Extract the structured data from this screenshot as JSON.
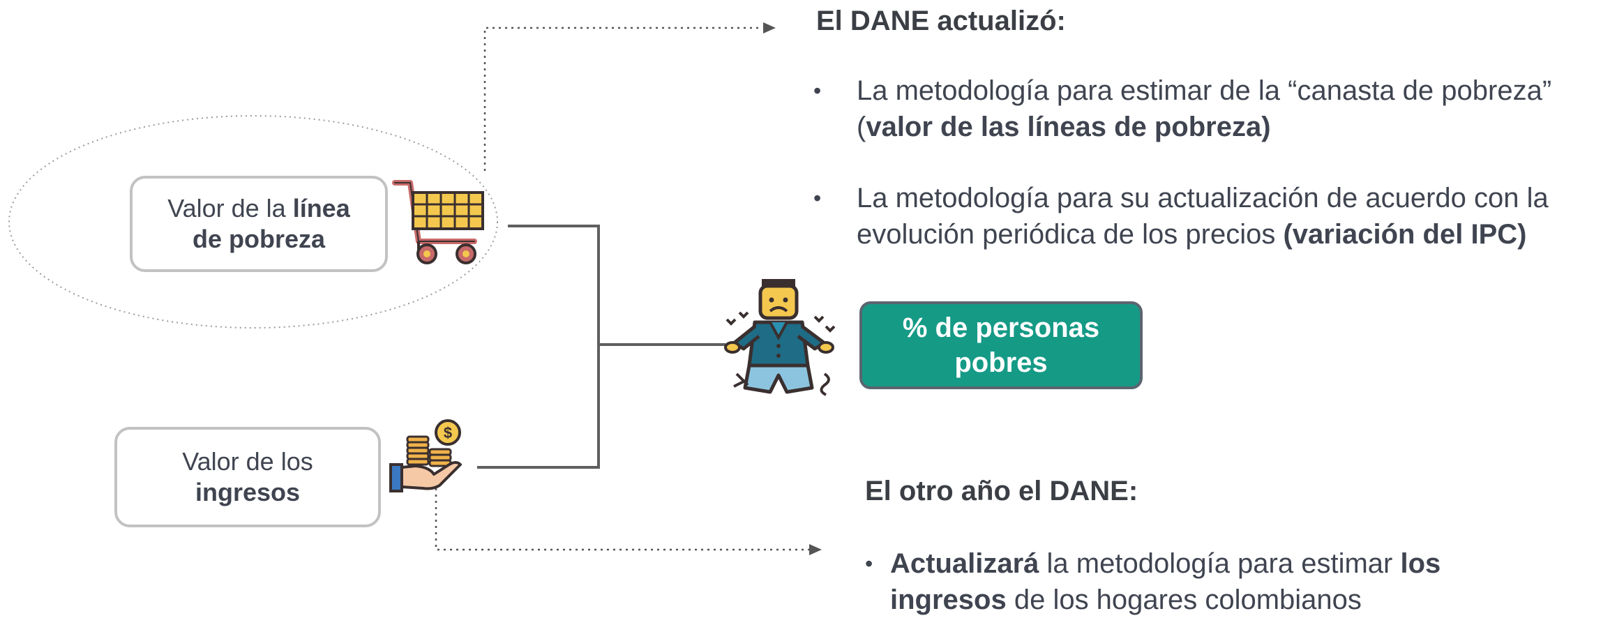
{
  "inputs": {
    "poverty_line": {
      "text_before": "Valor de la ",
      "bold_1": "línea",
      "bold_2": "de pobreza"
    },
    "income": {
      "text_before": "Valor de los",
      "bold": "ingresos"
    }
  },
  "result": {
    "line1": "% de personas",
    "line2": "pobres"
  },
  "updated_section": {
    "heading": "El DANE actualizó:",
    "bullets": [
      {
        "text": "La metodología para estimar de la “canasta de pobreza”",
        "paren_open": "(",
        "bold": "valor de las líneas de pobreza)"
      },
      {
        "text": "La metodología para su actualización de acuerdo con la",
        "text2": "evolución periódica de los precios ",
        "bold": "(variación del IPC)"
      }
    ]
  },
  "next_year_section": {
    "heading": "El otro año el DANE:",
    "bullet": {
      "bold_1": "Actualizará",
      "text_1": " la metodología para estimar ",
      "bold_2": "los",
      "bold_3": "ingresos",
      "text_2": " de los hogares colombianos"
    }
  },
  "bullet_symbol": "•",
  "icons": [
    "shopping-cart-icon",
    "coins-hand-icon",
    "poor-person-icon"
  ],
  "colors": {
    "teal": "#159a86",
    "box_border": "#c2c2c2",
    "connector": "#5f5f5f",
    "text": "#3b3f45"
  }
}
